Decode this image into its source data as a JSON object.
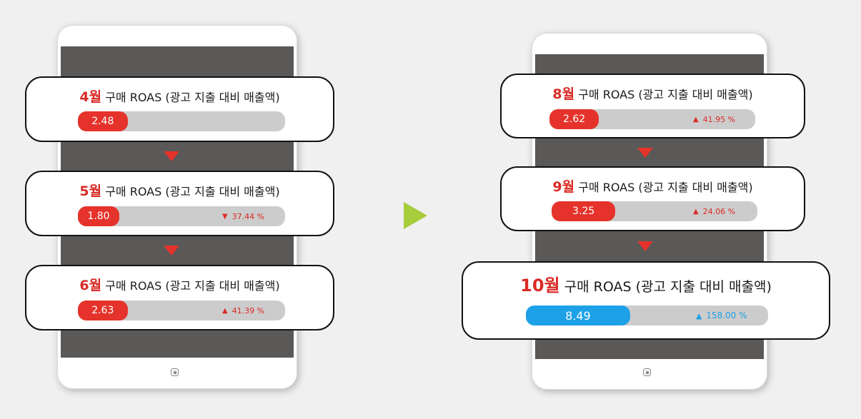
{
  "left_tablet": {
    "cards": [
      {
        "month": "4월",
        "title": "구매 ROAS (광고 지출 대비 매출액)",
        "value": "2.48",
        "fill": 0.24,
        "change": "",
        "direction": ""
      },
      {
        "month": "5월",
        "title": "구매 ROAS (광고 지출 대비 매출액)",
        "value": "1.80",
        "fill": 0.2,
        "change": "37.44 %",
        "direction": "down"
      },
      {
        "month": "6월",
        "title": "구매 ROAS (광고 지출 대비 매출액)",
        "value": "2.63",
        "fill": 0.24,
        "change": "41.39 %",
        "direction": "up"
      }
    ]
  },
  "right_tablet": {
    "cards": [
      {
        "month": "8월",
        "title": "구매 ROAS (광고 지출 대비 매출액)",
        "value": "2.62",
        "fill": 0.24,
        "change": "41.95 %",
        "direction": "up"
      },
      {
        "month": "9월",
        "title": "구매 ROAS (광고 지출 대비 매출액)",
        "value": "3.25",
        "fill": 0.31,
        "change": "24.06 %",
        "direction": "up"
      },
      {
        "month": "10월",
        "title": "구매 ROAS (광고 지출 대비 매출액)",
        "value": "8.49",
        "fill": 0.43,
        "change": "158.00 %",
        "direction": "up"
      }
    ]
  },
  "colors": {
    "accent_red": "#e5332b",
    "accent_blue": "#1da1e6",
    "arrow_green": "#a7cc3c",
    "screen_gray": "#5a5958"
  },
  "icons": {
    "up": "▲",
    "down": "▼",
    "home": "home-button-icon",
    "flow_down": "down-arrow-icon",
    "flow_next": "play-arrow-icon"
  }
}
